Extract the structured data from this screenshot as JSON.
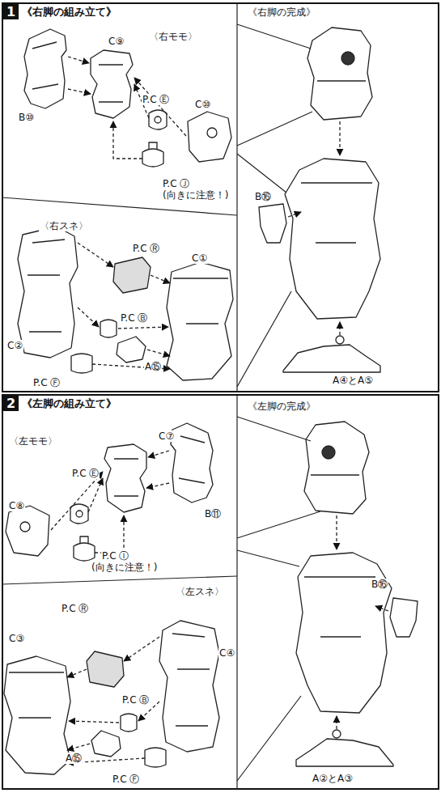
{
  "diagram": {
    "nodes": [
      {
        "text": [
          "1",
          "《右脚の組み立て》"
        ]
      },
      {
        "text": [
          "2",
          "《左脚の組み立て》"
        ]
      }
    ],
    "labels": [
      "〈右モモ〉",
      "C⑨",
      "B⑩",
      "P.C Ⓔ",
      "C⑩",
      "P.C Ⓙ",
      "(向きに注意！)",
      "〈右スネ〉",
      "P.C Ⓡ",
      "C①",
      "C②",
      "P.C Ⓑ",
      "A⑮",
      "P.C Ⓕ",
      "《右脚の完成》",
      "B⑯",
      "A④とA⑤",
      "〈左モモ〉",
      "C⑦",
      "P.C Ⓔ",
      "B⑪",
      "C⑧",
      "P.C Ⓘ",
      "(向きに注意！)",
      "〈左スネ〉",
      "P.C Ⓡ",
      "C③",
      "C④",
      "P.C Ⓑ",
      "A⑮",
      "P.C Ⓕ",
      "《左脚の完成》",
      "B⑯",
      "A②とA③"
    ]
  }
}
